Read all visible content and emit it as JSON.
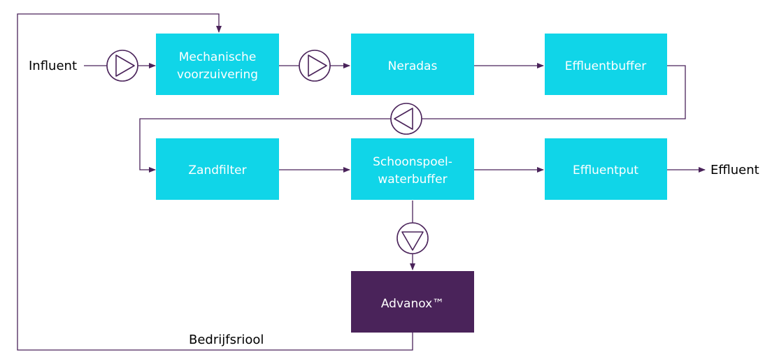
{
  "colors": {
    "process_box": "#10d5e8",
    "treatment_box": "#4a235a",
    "flow_line": "#4a235a",
    "box_text": "#ffffff",
    "label_text": "#000000"
  },
  "labels": {
    "influent": "Influent",
    "effluent": "Effluent",
    "bedrijfsriool": "Bedrijfsriool"
  },
  "boxes": {
    "mechanische": [
      "Mechanische",
      "voorzuivering"
    ],
    "neradas": [
      "Neradas"
    ],
    "effluentbuffer": [
      "Effluentbuffer"
    ],
    "zandfilter": [
      "Zandfilter"
    ],
    "schoonspoel": [
      "Schoonspoel-",
      "waterbuffer"
    ],
    "effluentput": [
      "Effluentput"
    ],
    "advanox": [
      "Advanox™"
    ]
  },
  "pumps": [
    {
      "id": "pump-influent",
      "direction": "right",
      "icon": "pump-icon"
    },
    {
      "id": "pump-neradas",
      "direction": "right",
      "icon": "pump-icon"
    },
    {
      "id": "pump-return",
      "direction": "left",
      "icon": "pump-icon"
    },
    {
      "id": "pump-advanox",
      "direction": "down",
      "icon": "pump-icon"
    }
  ]
}
